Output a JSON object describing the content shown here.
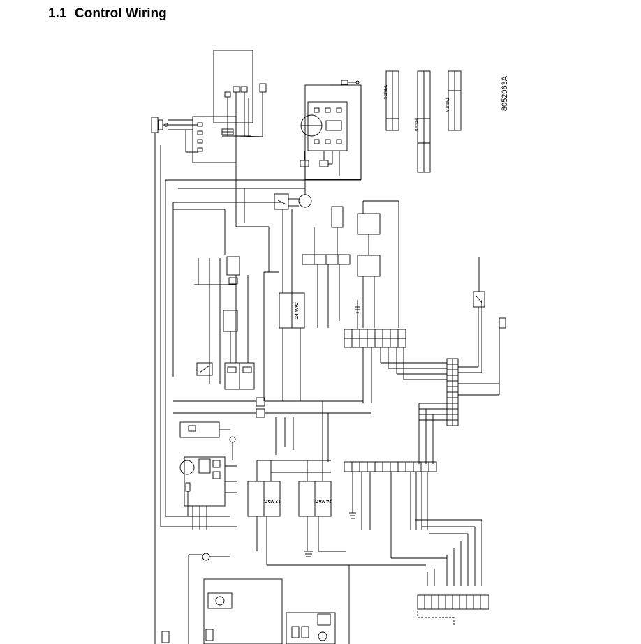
{
  "section": {
    "number": "1.1",
    "title": "Control Wiring"
  },
  "drawing": {
    "number": "8052063A"
  },
  "transformers": [
    {
      "rating": "24 VAC"
    },
    {
      "rating": "24 VAC"
    },
    {
      "rating": "12 VAC"
    }
  ],
  "tables": {
    "a": "TABLE A",
    "b": "TABLE B",
    "c": "TABLE C"
  },
  "colors": {
    "ink": "#000000",
    "paper": "#ffffff"
  }
}
